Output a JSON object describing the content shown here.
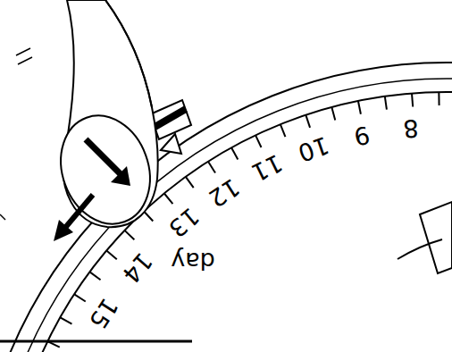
{
  "diagram": {
    "labels": [
      "8",
      "9",
      "10",
      "11",
      "12",
      "13",
      "14",
      "15",
      "day"
    ]
  }
}
